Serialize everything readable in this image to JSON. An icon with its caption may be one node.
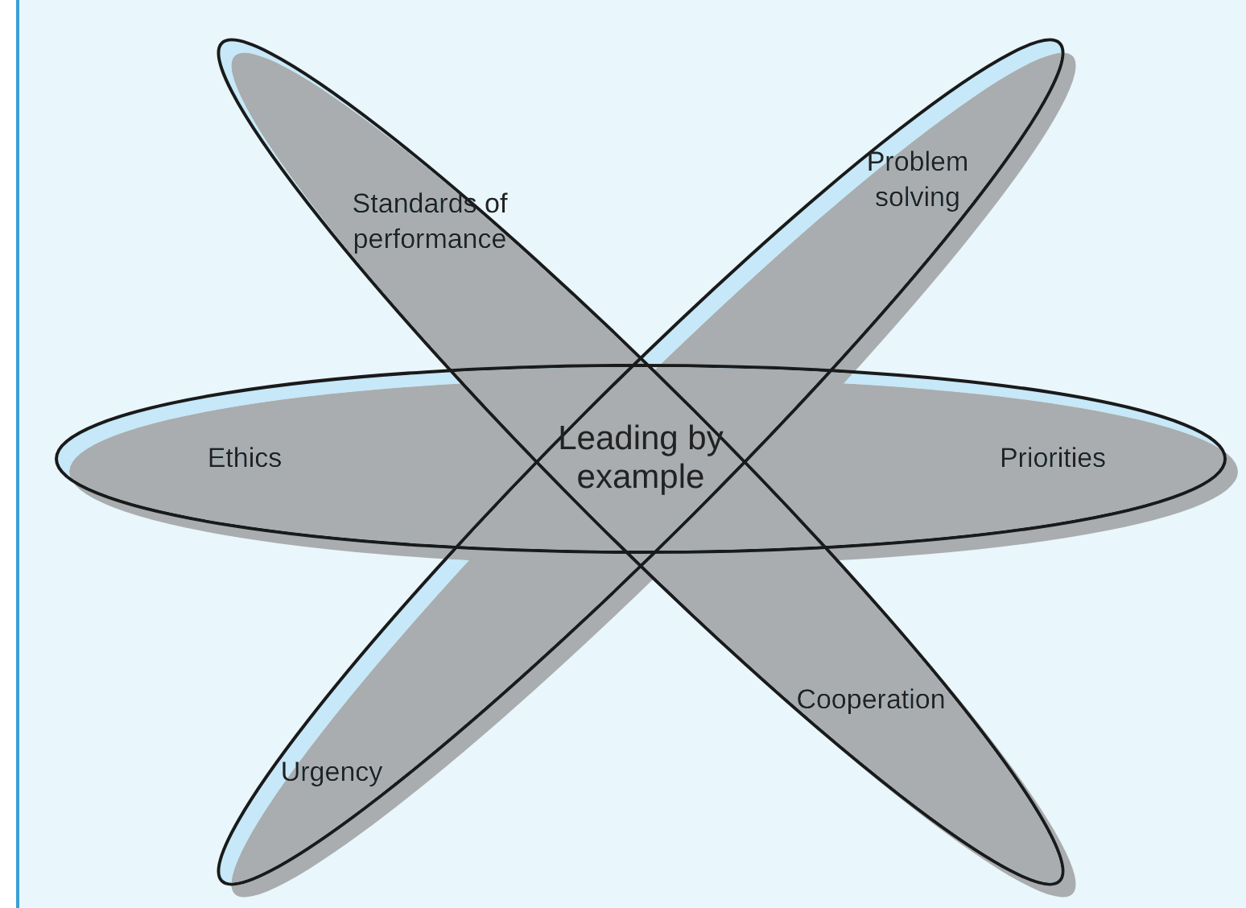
{
  "diagram": {
    "nodes": [
      {
        "text": [
          "Standards of performance",
          "Cooperation"
        ]
      },
      {
        "text": [
          "Problem solving",
          "Urgency"
        ]
      },
      {
        "text": [
          "Ethics",
          "Priorities"
        ]
      }
    ],
    "labels": [
      "Leading by example"
    ]
  }
}
